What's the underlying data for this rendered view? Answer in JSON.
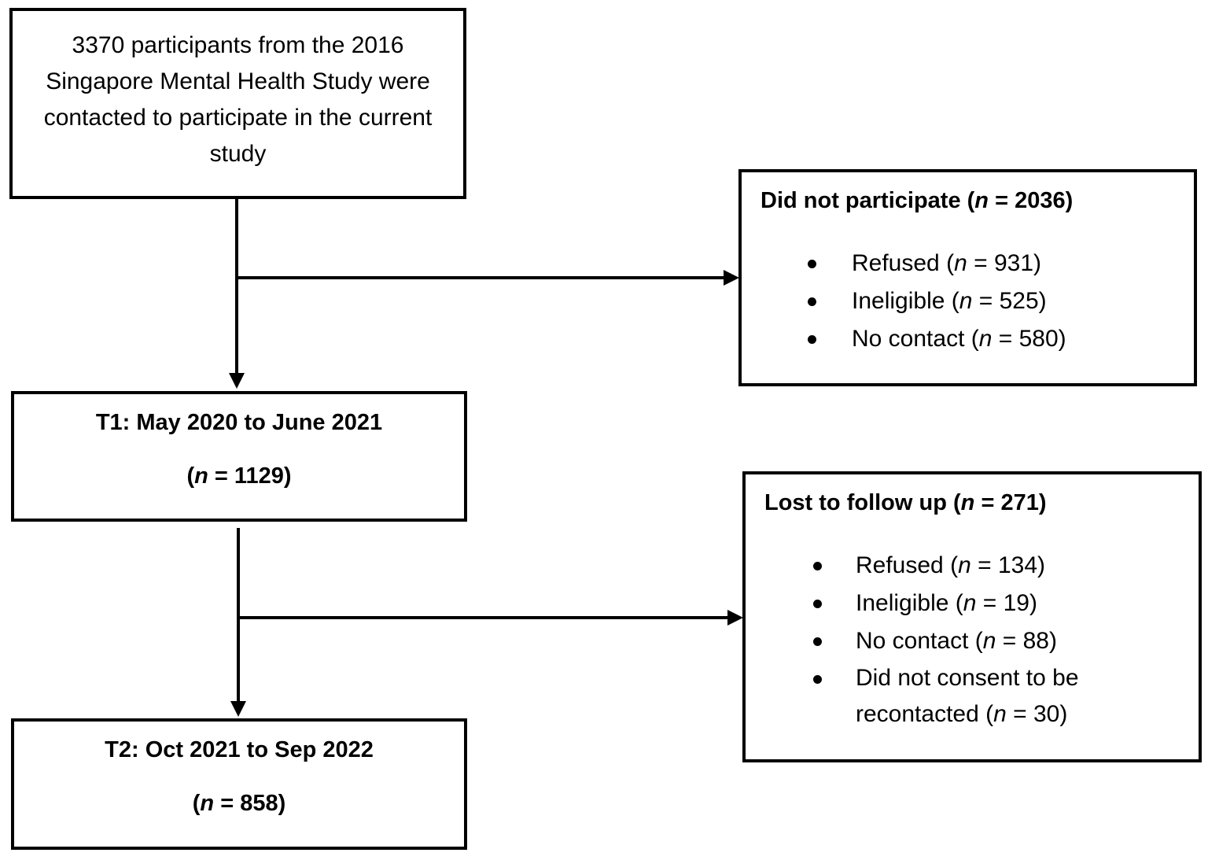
{
  "start": {
    "text": "3370 participants from the 2016 Singapore Mental Health Study were contacted to participate in the current study"
  },
  "t1": {
    "title": "T1: May 2020 to June 2021",
    "n_prefix": "(",
    "n_symbol": "n",
    "n_value": " = 1129)"
  },
  "t2": {
    "title": "T2: Oct 2021 to Sep 2022",
    "n_prefix": "(",
    "n_symbol": "n",
    "n_value": " = 858)"
  },
  "not_participate": {
    "head_label": "Did not participate (",
    "head_symbol": "n",
    "head_value": " = 2036)",
    "items": [
      {
        "label": "Refused (",
        "symbol": "n",
        "value": " = 931)"
      },
      {
        "label": "Ineligible (",
        "symbol": "n",
        "value": " = 525)"
      },
      {
        "label": "No contact (",
        "symbol": "n",
        "value": " = 580)"
      }
    ]
  },
  "lost": {
    "head_label": "Lost to follow up (",
    "head_symbol": "n",
    "head_value": " = 271)",
    "items": [
      {
        "label": "Refused (",
        "symbol": "n",
        "value": " = 134)"
      },
      {
        "label": "Ineligible (",
        "symbol": "n",
        "value": " = 19)"
      },
      {
        "label": "No contact (",
        "symbol": "n",
        "value": " = 88)"
      },
      {
        "label": "Did not consent to be recontacted (",
        "symbol": "n",
        "value": " = 30)"
      }
    ]
  }
}
